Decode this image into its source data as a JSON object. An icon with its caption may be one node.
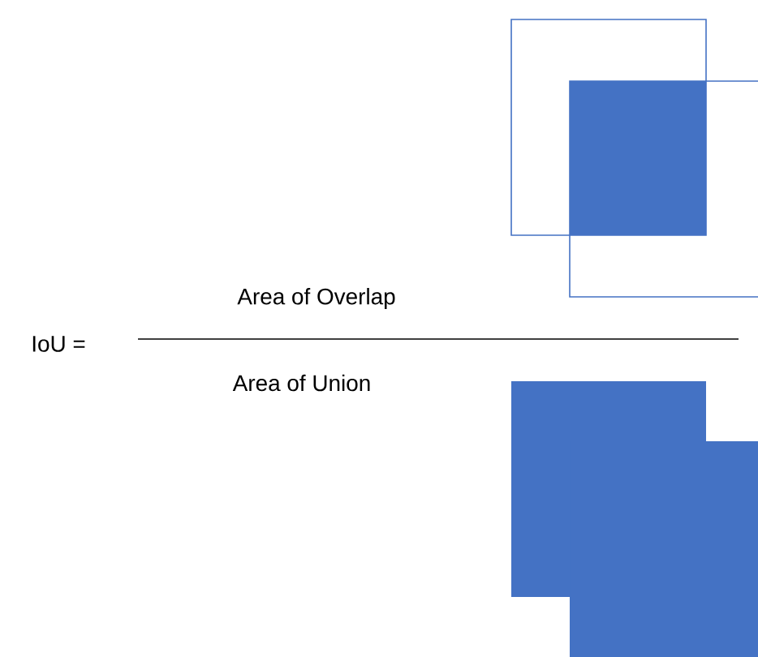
{
  "diagram": {
    "labels": [
      "IoU =",
      "Area of Overlap",
      "Area of Union"
    ]
  }
}
